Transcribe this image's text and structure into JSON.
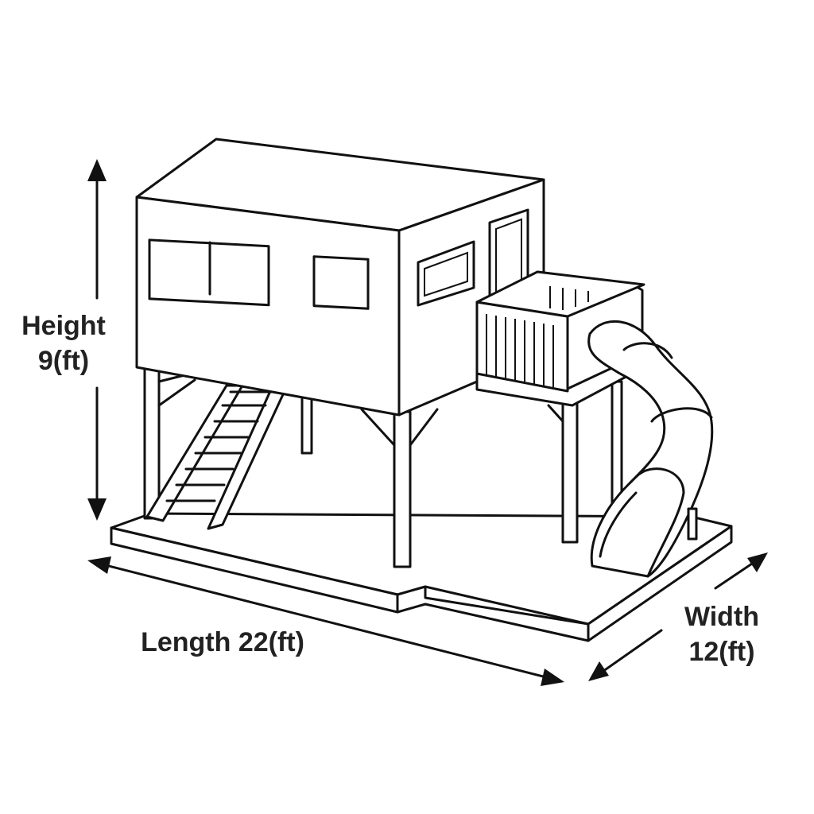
{
  "dimensions": {
    "height": {
      "label": "Height",
      "value": "9(ft)"
    },
    "length": {
      "label": "Length 22(ft)"
    },
    "width": {
      "label": "Width",
      "value": "12(ft)"
    }
  }
}
